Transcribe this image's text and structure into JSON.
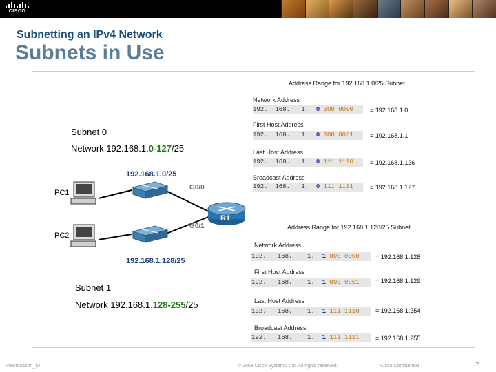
{
  "brand": {
    "logo_text": "CISCO"
  },
  "slide": {
    "subtitle": "Subnetting an IPv4 Network",
    "title": "Subnets in Use"
  },
  "diagram": {
    "subnet0": {
      "label": "Subnet 0",
      "net_prefix": "Network 192.168.1.",
      "net_range": "0-127",
      "net_suffix": "/25",
      "address": "192.168.1.0/25"
    },
    "subnet1": {
      "label": "Subnet 1",
      "net_prefix": "Network 192.168.1.",
      "net_range": "128-255",
      "net_suffix": "/25",
      "address": "192.168.1.128/25"
    },
    "pcs": [
      "PC1",
      "PC2"
    ],
    "router": "R1",
    "ports": [
      "G0/0",
      "G0/1"
    ]
  },
  "ranges": [
    {
      "title": "Address Range for 192.168.1.0/25  Subnet",
      "rows": [
        {
          "label": "Network Address",
          "pre": "192.  168.   1.  ",
          "bit": "0",
          "rest": " 000 0000",
          "result": "= 192.168.1.0"
        },
        {
          "label": "First Host Address",
          "pre": "192.  168.   1.  ",
          "bit": "0",
          "rest": " 000 0001",
          "result": "= 192.168.1.1"
        },
        {
          "label": "Last Host Address",
          "pre": "192.  168.   1.  ",
          "bit": "0",
          "rest": " 111 1110",
          "result": "= 192.168.1.126"
        },
        {
          "label": "Broadcast Address",
          "pre": "192.  168.   1.  ",
          "bit": "0",
          "rest": " 111 1111",
          "result": "= 192.168.1.127"
        }
      ]
    },
    {
      "title": "Address Range for 192.168.1.128/25  Subnet",
      "rows": [
        {
          "label": "Network Address",
          "pre": "192.   168.    1.  ",
          "bit": "1",
          "rest": " 000 0000",
          "result": "= 192.168.1.128"
        },
        {
          "label": "First Host Address",
          "pre": "192.   168.    1.  ",
          "bit": "1",
          "rest": " 000 0001",
          "result": "= 192.168.1.129"
        },
        {
          "label": "Last Host Address",
          "pre": "192.   168.    1.  ",
          "bit": "1",
          "rest": " 111 1110",
          "result": "= 192.168.1.254"
        },
        {
          "label": "Broadcast Address",
          "pre": "192.   168.    1.  ",
          "bit": "1",
          "rest": " 111 1111",
          "result": "= 192.168.1.255"
        }
      ]
    }
  ],
  "footer": {
    "presentation": "Presentation_ID",
    "copyright": "© 2008 Cisco Systems, Inc. All rights reserved.",
    "confidential": "Cisco Confidential",
    "page": "7"
  },
  "colors": {
    "title": "#5b7d98",
    "subtitle": "#1a4e7a",
    "highlight": "#1f7a16",
    "bit": "#2233aa",
    "host_bits": "#c27611"
  }
}
